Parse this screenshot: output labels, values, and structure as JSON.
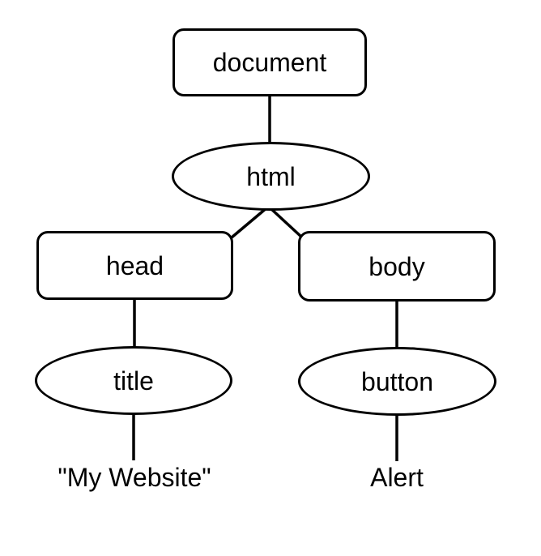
{
  "diagram": {
    "background_color": "#ffffff",
    "stroke_color": "#000000",
    "text_color": "#000000",
    "nodes": {
      "document": {
        "label": "document",
        "shape": "rounded-rect"
      },
      "html": {
        "label": "html",
        "shape": "ellipse"
      },
      "head": {
        "label": "head",
        "shape": "rounded-rect"
      },
      "body": {
        "label": "body",
        "shape": "rounded-rect"
      },
      "title": {
        "label": "title",
        "shape": "ellipse"
      },
      "button": {
        "label": "button",
        "shape": "ellipse"
      },
      "title_text": {
        "label": "\"My Website\"",
        "shape": "text"
      },
      "button_text": {
        "label": "Alert",
        "shape": "text"
      }
    },
    "edges": [
      {
        "from": "document",
        "to": "html"
      },
      {
        "from": "html",
        "to": "head"
      },
      {
        "from": "html",
        "to": "body"
      },
      {
        "from": "head",
        "to": "title"
      },
      {
        "from": "body",
        "to": "button"
      },
      {
        "from": "title",
        "to": "title_text"
      },
      {
        "from": "button",
        "to": "button_text"
      }
    ]
  }
}
